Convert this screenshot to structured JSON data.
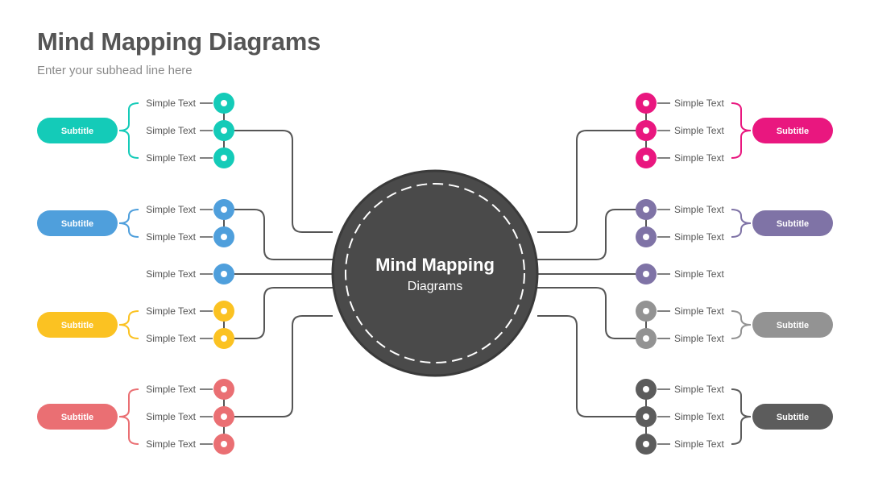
{
  "header": {
    "title": "Mind Mapping Diagrams",
    "subhead": "Enter your subhead line here"
  },
  "center": {
    "title": "Mind Mapping",
    "subtitle": "Diagrams",
    "color": "#4a4a4a"
  },
  "left_groups": [
    {
      "label": "Subtitle",
      "color": "#14cbb8",
      "items": [
        "Simple Text",
        "Simple Text",
        "Simple Text"
      ]
    },
    {
      "label": "Subtitle",
      "color": "#4f9fdc",
      "items": [
        "Simple Text",
        "Simple Text"
      ]
    },
    {
      "label": "",
      "color": "#4f9fdc",
      "items": [
        "Simple Text"
      ]
    },
    {
      "label": "Subtitle",
      "color": "#fbc222",
      "items": [
        "Simple Text",
        "Simple Text"
      ]
    },
    {
      "label": "Subtitle",
      "color": "#ea6f73",
      "items": [
        "Simple Text",
        "Simple Text",
        "Simple Text"
      ]
    }
  ],
  "right_groups": [
    {
      "label": "Subtitle",
      "color": "#e9177f",
      "items": [
        "Simple Text",
        "Simple Text",
        "Simple Text"
      ]
    },
    {
      "label": "Subtitle",
      "color": "#7f73a6",
      "items": [
        "Simple Text",
        "Simple Text"
      ]
    },
    {
      "label": "",
      "color": "#7f73a6",
      "items": [
        "Simple Text"
      ]
    },
    {
      "label": "Subtitle",
      "color": "#939393",
      "items": [
        "Simple Text",
        "Simple Text"
      ]
    },
    {
      "label": "Subtitle",
      "color": "#5c5c5c",
      "items": [
        "Simple Text",
        "Simple Text",
        "Simple Text"
      ]
    }
  ]
}
